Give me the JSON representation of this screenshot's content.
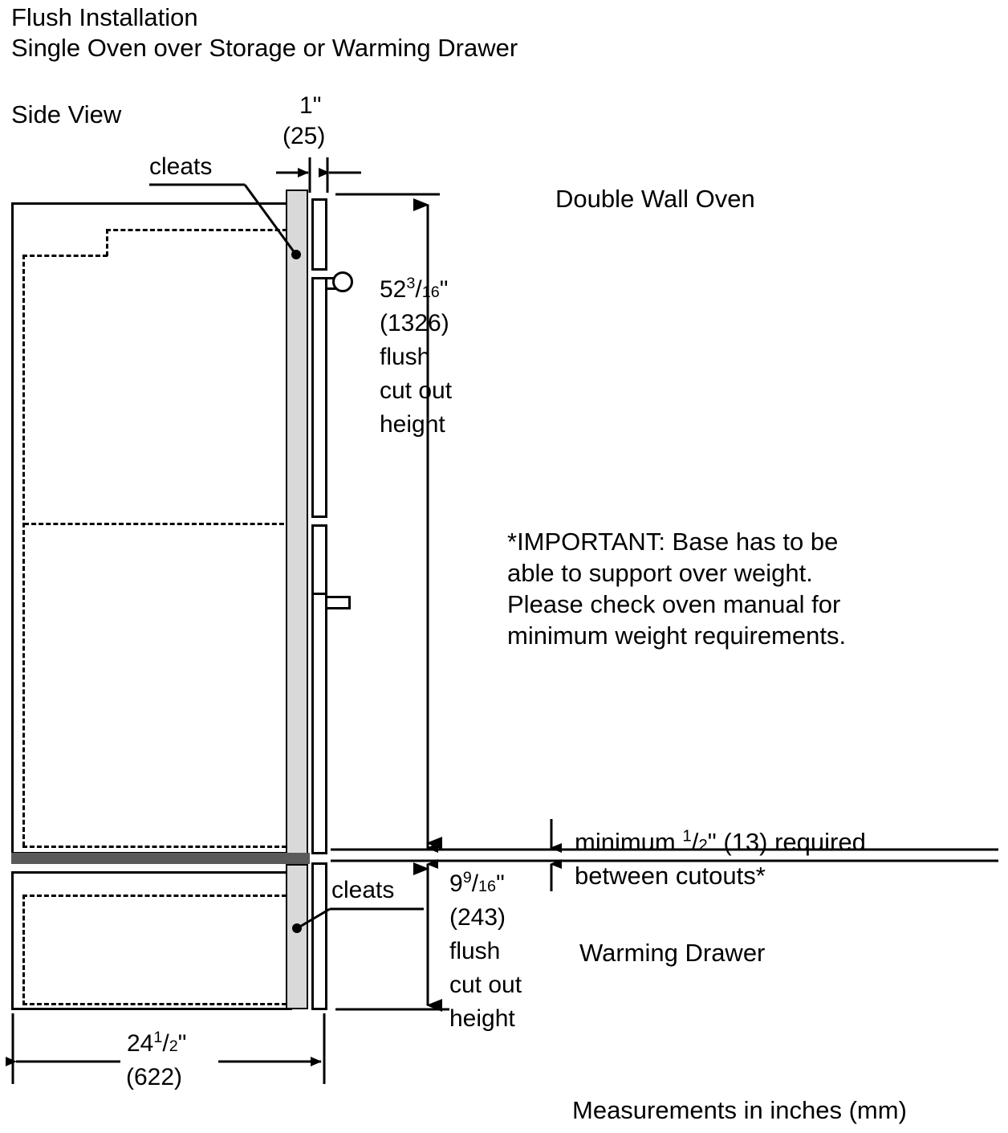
{
  "title": {
    "line1": "Flush Installation",
    "line2": "Single Oven over Storage or Warming Drawer"
  },
  "view_label": "Side View",
  "labels": {
    "cleats_top": "cleats",
    "cleats_bottom": "cleats",
    "double_wall_oven": "Double Wall Oven",
    "warming_drawer": "Warming Drawer",
    "footer": "Measurements in inches (mm)"
  },
  "dimensions": {
    "depth_top": {
      "inches_whole": "1",
      "inches_mark": "\"",
      "mm": "(25)"
    },
    "oven_cutout": {
      "inches_whole": "52",
      "numerator": "3",
      "denominator": "16",
      "inches_mark": "\"",
      "mm": "(1326)",
      "desc_line1": "flush",
      "desc_line2": "cut out",
      "desc_line3": "height"
    },
    "drawer_cutout": {
      "inches_whole": "9",
      "numerator": "9",
      "denominator": "16",
      "inches_mark": "\"",
      "mm": "(243)",
      "desc_line1": "flush",
      "desc_line2": "cut out",
      "desc_line3": "height"
    },
    "overall_width": {
      "inches_whole": "24",
      "numerator": "1",
      "denominator": "2",
      "inches_mark": "\"",
      "mm": "(622)"
    }
  },
  "notes": {
    "important": {
      "line1": "*IMPORTANT: Base has to be",
      "line2": "able to support over weight.",
      "line3": "Please check oven manual for",
      "line4": "minimum weight requirements."
    },
    "minimum_clearance": {
      "prefix": "minimum ",
      "numerator": "1",
      "denominator": "2",
      "inches_mark": "\"",
      "suffix": " (13) required",
      "line2": "between cutouts*"
    }
  },
  "colors": {
    "line": "#000000",
    "cleat_fill": "#d9d9d9",
    "separator": "#5a5a5a",
    "background": "#ffffff"
  }
}
